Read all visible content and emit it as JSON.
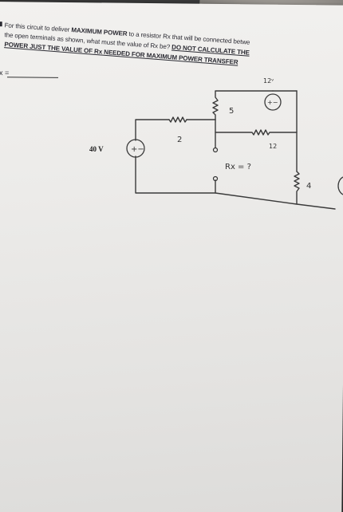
{
  "question": {
    "line1_a": "For this circuit to deliver ",
    "line1_b": "MAXIMUM POWER",
    "line1_c": " to a resistor Rx that will be connected betwe",
    "line2_a": "the open terminals as shown, what must the value of Rx be? ",
    "line2_b": "DO NOT CALCULATE THE",
    "line3": "POWER JUST THE VALUE OF Rx NEEDED FOR MAXIMUM POWER TRANSFER"
  },
  "answer": {
    "label": "x ="
  },
  "circuit": {
    "source_40v_label": "40 V",
    "source_40v_symbol": "+−",
    "r_2_label": "2",
    "r_5_label": "5",
    "r_12_label": "12",
    "r_4_label": "4",
    "source_12v_label": "12ᵛ",
    "source_12v_symbol": "+−",
    "rx_label": "Rx = ?"
  }
}
